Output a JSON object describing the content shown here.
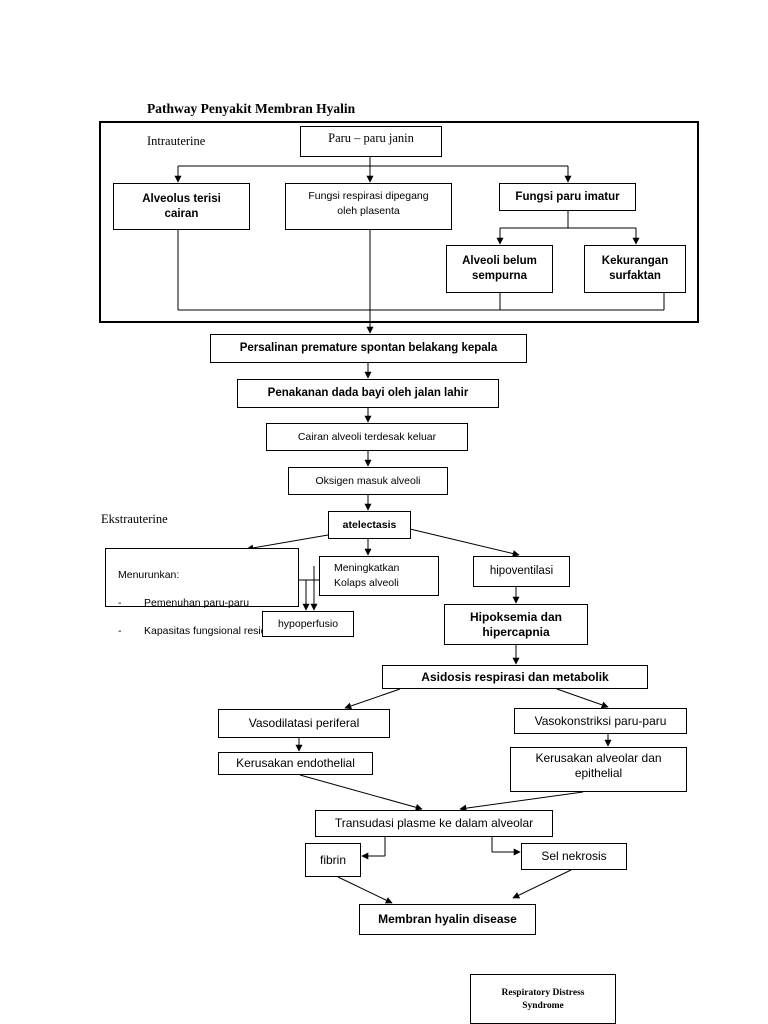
{
  "title": "Pathway Penyakit Membran Hyalin",
  "sections": {
    "intrauterine": "Intrauterine",
    "ekstrauterine": "Ekstrauterine"
  },
  "nodes": {
    "paru_janin": "Paru – paru janin",
    "alveolus_cairan": "Alveolus terisi\ncairan",
    "fungsi_respirasi_plasenta": "Fungsi respirasi dipegang\noleh plasenta",
    "fungsi_paru_imatur": "Fungsi paru imatur",
    "alveoli_belum_sempurna": "Alveoli belum\nsempurna",
    "kekurangan_surfaktan": "Kekurangan\nsurfaktan",
    "persalinan_premature": "Persalinan premature spontan belakang kepala",
    "penekanan_dada": "Penakanan dada bayi oleh jalan lahir",
    "cairan_terdesak": "Cairan alveoli terdesak keluar",
    "oksigen_masuk": "Oksigen masuk alveoli",
    "atelectasis": "atelectasis",
    "menurunkan": {
      "heading": "Menurunkan:",
      "items": [
        "Pemenuhan paru-paru",
        "Kapasitas fungsional residu"
      ]
    },
    "meningkatkan_kolaps": "Meningkatkan\n        Kolaps alveoli",
    "hipoventilasi": "hipoventilasi",
    "hypoperfusio": "hypoperfusio",
    "hipoksemia": "Hipoksemia dan\nhipercapnia",
    "asidosis": "Asidosis respirasi dan metabolik",
    "vasodilatasi": "Vasodilatasi periferal",
    "vasokonstriksi": "Vasokonstriksi paru-paru",
    "kerusakan_endothelial": "Kerusakan endothelial",
    "kerusakan_alveolar": "Kerusakan alveolar dan\nepithelial",
    "transudasi": "Transudasi plasme ke dalam alveolar",
    "fibrin": "fibrin",
    "sel_nekrosis": "Sel nekrosis",
    "membran_hyalin": "Membran hyalin disease",
    "rds": "Respiratory Distress\nSyndrome"
  }
}
